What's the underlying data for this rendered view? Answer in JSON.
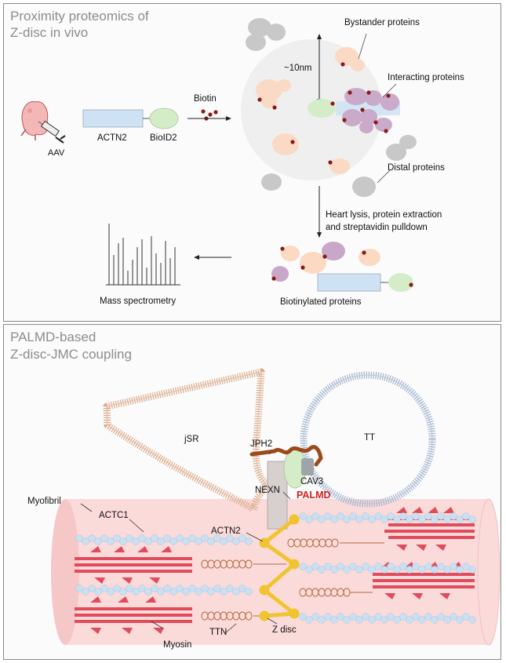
{
  "top_panel": {
    "title_line1": "Proximity proteomics of",
    "title_line2": "Z-disc in vivo",
    "labels": {
      "aav": "AAV",
      "actn2": "ACTN2",
      "bioid2": "BioID2",
      "biotin": "Biotin",
      "distance": "~10nm",
      "bystander": "Bystander proteins",
      "interacting": "Interacting proteins",
      "distal": "Distal proteins",
      "lysis_line1": "Heart lysis, protein extraction",
      "lysis_line2": "and streptavidin pulldown",
      "biotinylated": "Biotinylated proteins",
      "mass_spec": "Mass spectrometry"
    }
  },
  "bottom_panel": {
    "title_line1": "PALMD-based",
    "title_line2": "Z-disc-JMC coupling",
    "labels": {
      "jsr": "jSR",
      "tt": "TT",
      "jph2": "JPH2",
      "cav3": "CAV3",
      "palmd": "PALMD",
      "nexn": "NEXN",
      "myofibril": "Myofibril",
      "actc1": "ACTC1",
      "actn2": "ACTN2",
      "ttn": "TTN",
      "zdisc": "Z disc",
      "myosin": "Myosin"
    }
  },
  "colors": {
    "actn2_box": "#cfe2f3",
    "bioid2": "#d5ecc8",
    "biotin": "#8b1a1a",
    "bystander": "#fbd9c2",
    "interacting": "#c9a7c8",
    "distal": "#c8c8c8",
    "sphere": "#ececec",
    "membrane_jsr": "#d9a98a",
    "membrane_tt": "#9fb3cc",
    "myofibril_bg": "#fbdada",
    "actin": "#c9dff2",
    "myosin": "#e04c5c",
    "zdisc": "#f0c430",
    "jph2": "#9c4a1c",
    "palmd_label": "#d21e1e"
  }
}
